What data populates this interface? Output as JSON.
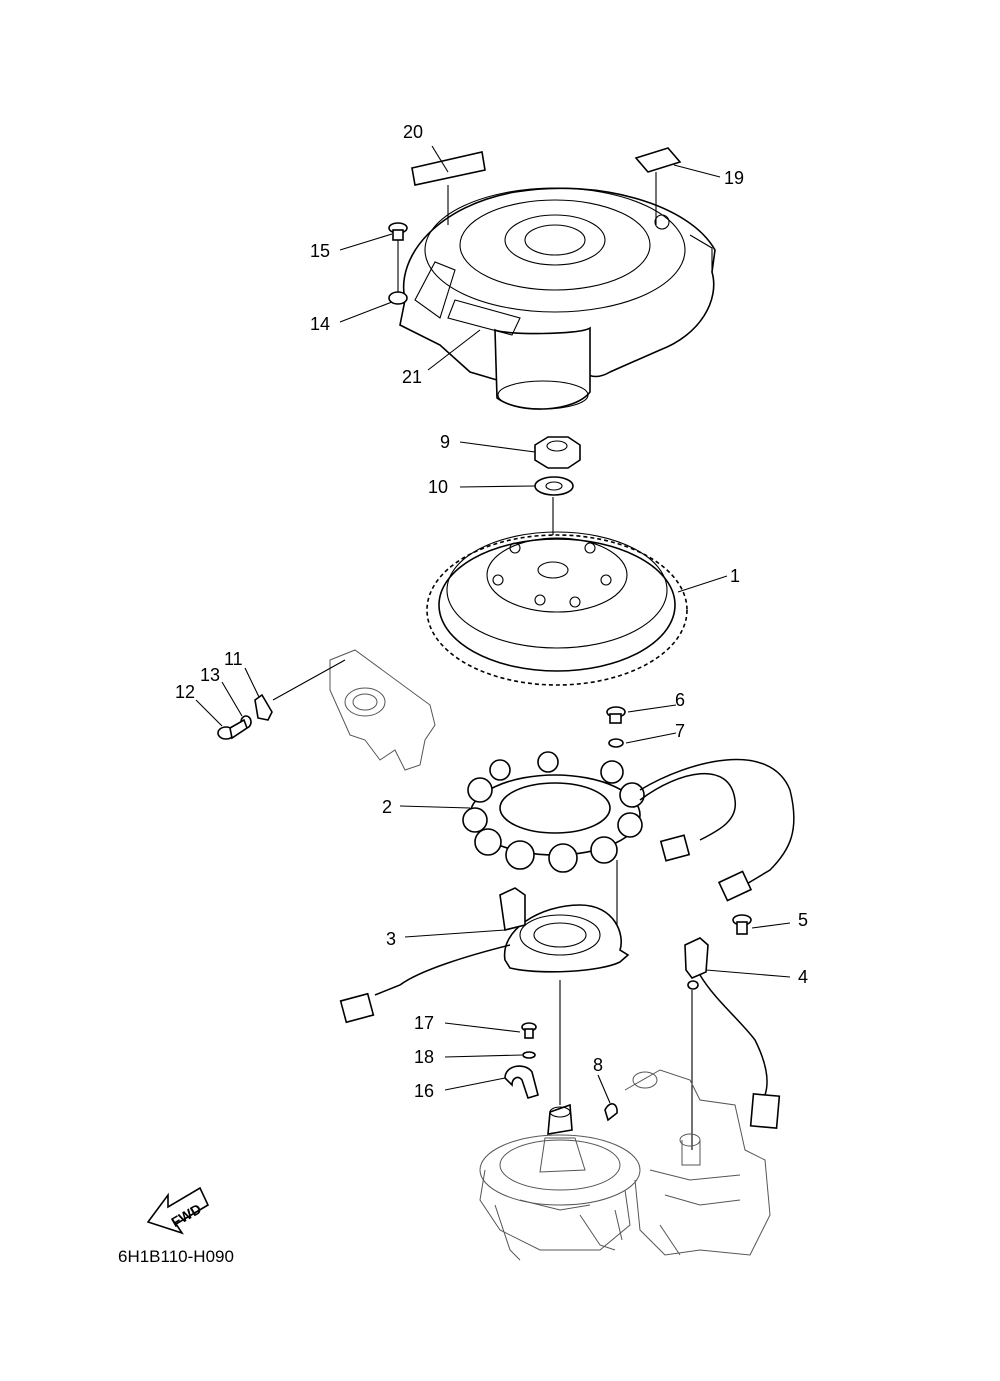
{
  "diagram": {
    "code": "6H1B110-H090",
    "fwd_label": "FWD",
    "callouts": [
      "1",
      "2",
      "3",
      "4",
      "5",
      "6",
      "7",
      "8",
      "9",
      "10",
      "11",
      "12",
      "13",
      "14",
      "15",
      "16",
      "17",
      "18",
      "19",
      "20",
      "21"
    ]
  }
}
